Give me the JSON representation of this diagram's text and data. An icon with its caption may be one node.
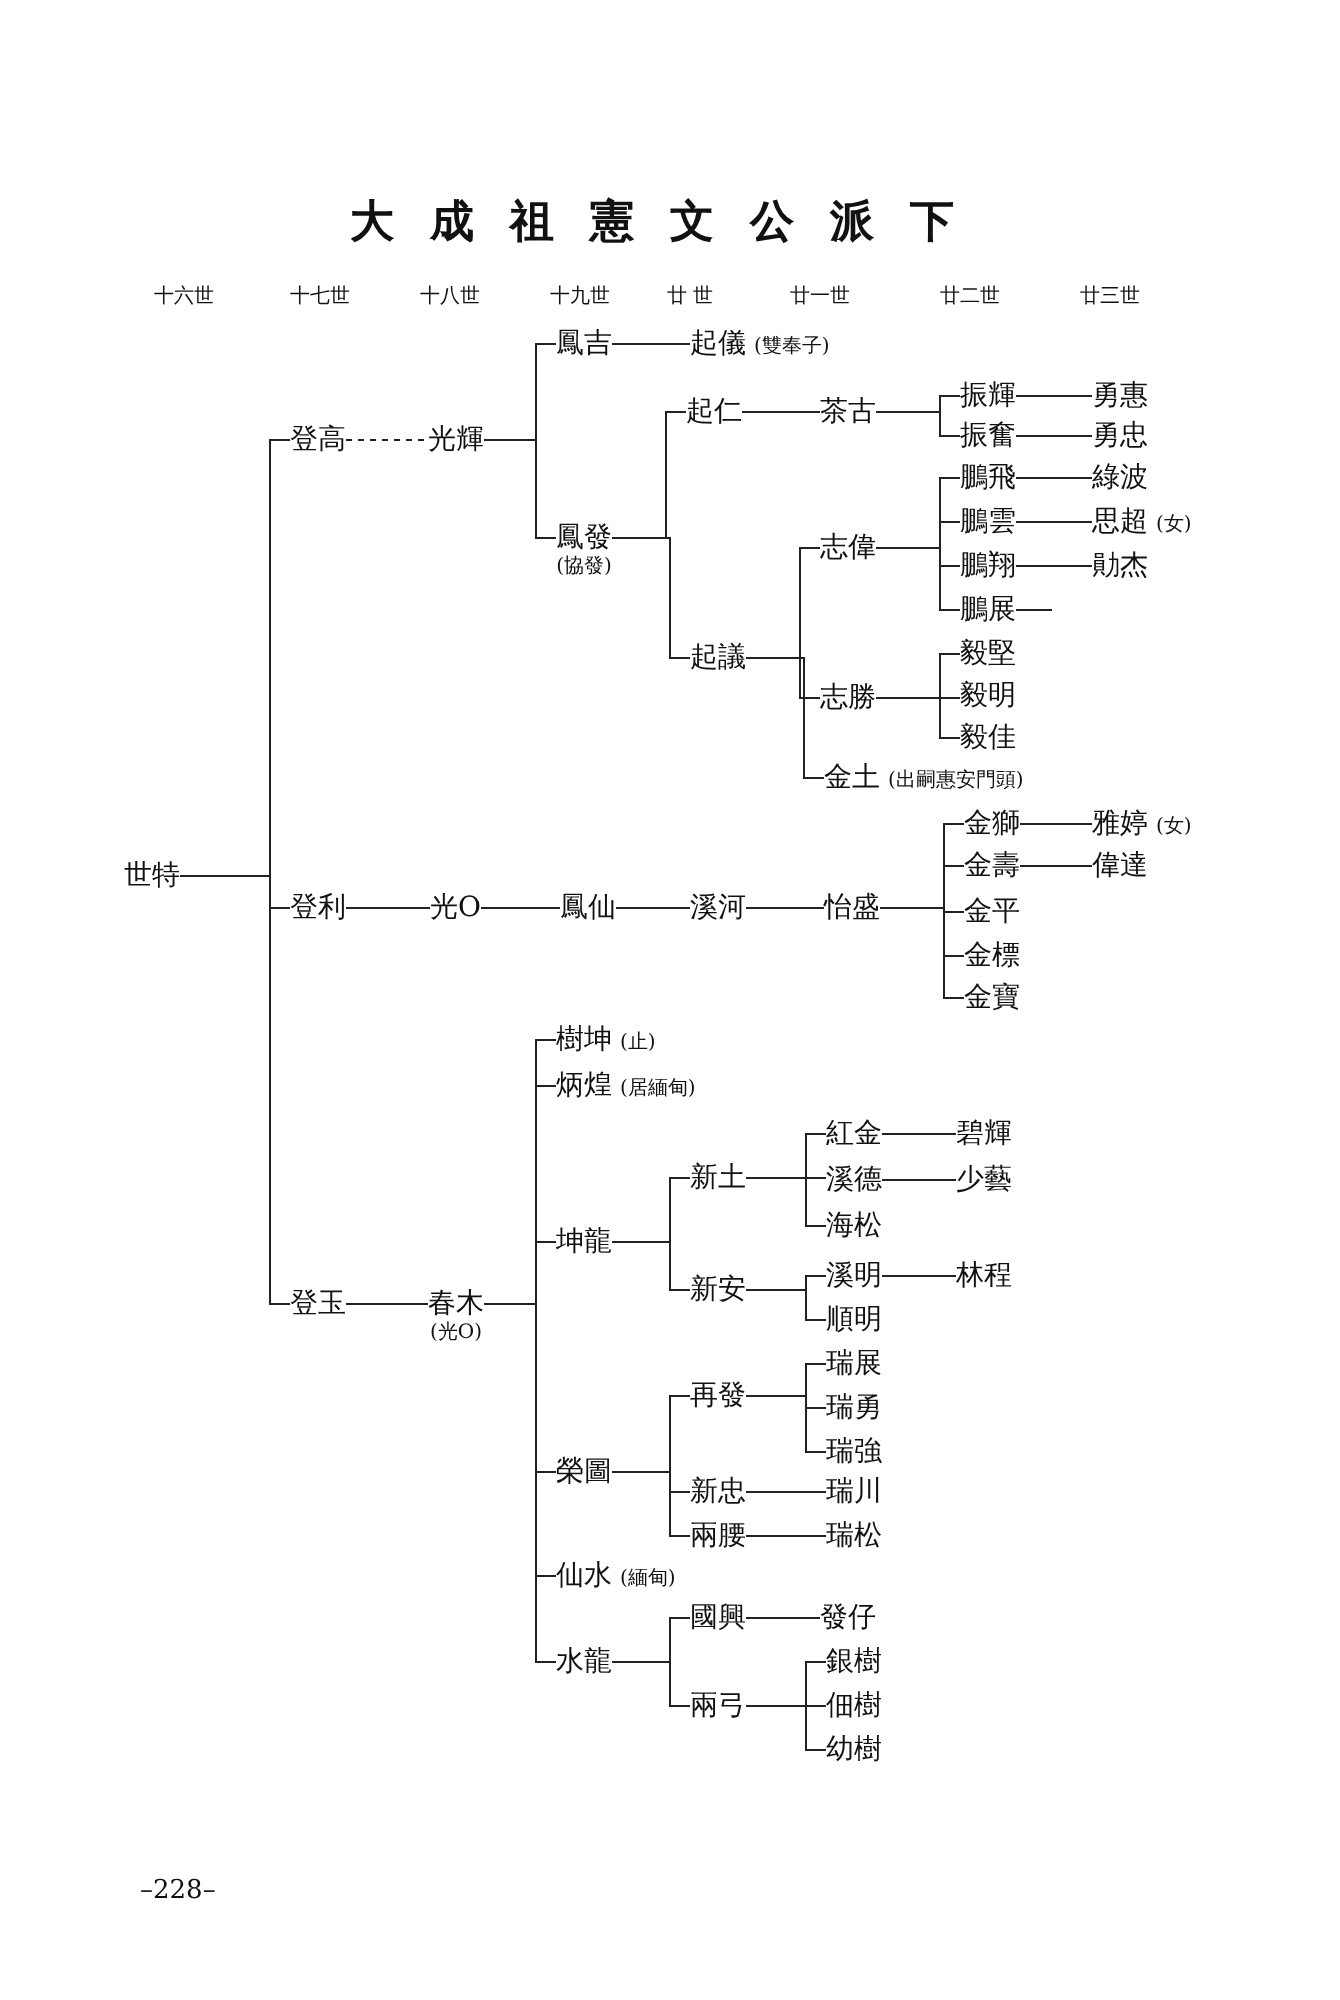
{
  "diagram": {
    "title": "大成祖憲文公派下",
    "nodes": [
      {
        "text": [
          "世特"
        ]
      },
      {
        "text": [
          "登高"
        ]
      },
      {
        "text": [
          "光輝"
        ]
      },
      {
        "text": [
          "鳳吉"
        ]
      },
      {
        "text": [
          "起儀"
        ],
        "beside": [
          "(雙奉子)"
        ]
      },
      {
        "text": [
          "鳳發"
        ],
        "beside": [
          "(協發)"
        ]
      },
      {
        "text": [
          "起仁"
        ]
      },
      {
        "text": [
          "茶古"
        ]
      },
      {
        "text": [
          "振輝"
        ]
      },
      {
        "text": [
          "勇惠"
        ]
      },
      {
        "text": [
          "振奮"
        ]
      },
      {
        "text": [
          "勇忠"
        ]
      },
      {
        "text": [
          "起議"
        ]
      },
      {
        "text": [
          "志偉"
        ]
      },
      {
        "text": [
          "鵬飛"
        ]
      },
      {
        "text": [
          "綠波"
        ]
      },
      {
        "text": [
          "鵬雲"
        ]
      },
      {
        "text": [
          "思超"
        ],
        "beside": [
          "(女)"
        ]
      },
      {
        "text": [
          "鵬翔"
        ]
      },
      {
        "text": [
          "勛杰"
        ]
      },
      {
        "text": [
          "鵬展"
        ]
      },
      {
        "text": [
          "志勝"
        ]
      },
      {
        "text": [
          "毅堅"
        ]
      },
      {
        "text": [
          "毅明"
        ]
      },
      {
        "text": [
          "毅佳"
        ]
      },
      {
        "text": [
          "金土"
        ],
        "beside": [
          "(出嗣惠安門頭)"
        ]
      },
      {
        "text": [
          "登利"
        ]
      },
      {
        "text": [
          "光O"
        ]
      },
      {
        "text": [
          "鳳仙"
        ]
      },
      {
        "text": [
          "溪河"
        ]
      },
      {
        "text": [
          "怡盛"
        ]
      },
      {
        "text": [
          "金獅"
        ]
      },
      {
        "text": [
          "雅婷"
        ],
        "beside": [
          "(女)"
        ]
      },
      {
        "text": [
          "金壽"
        ]
      },
      {
        "text": [
          "偉達"
        ]
      },
      {
        "text": [
          "金平"
        ]
      },
      {
        "text": [
          "金標"
        ]
      },
      {
        "text": [
          "金寶"
        ]
      },
      {
        "text": [
          "登玉"
        ]
      },
      {
        "text": [
          "春木"
        ],
        "beside": [
          "(光O)"
        ]
      },
      {
        "text": [
          "樹坤"
        ],
        "beside": [
          "(止)"
        ]
      },
      {
        "text": [
          "炳煌"
        ],
        "beside": [
          "(居緬甸)"
        ]
      },
      {
        "text": [
          "坤龍"
        ]
      },
      {
        "text": [
          "新土"
        ]
      },
      {
        "text": [
          "紅金"
        ]
      },
      {
        "text": [
          "碧輝"
        ]
      },
      {
        "text": [
          "溪德"
        ]
      },
      {
        "text": [
          "少藝"
        ]
      },
      {
        "text": [
          "海松"
        ]
      },
      {
        "text": [
          "新安"
        ]
      },
      {
        "text": [
          "溪明"
        ]
      },
      {
        "text": [
          "林程"
        ]
      },
      {
        "text": [
          "順明"
        ]
      },
      {
        "text": [
          "榮圖"
        ]
      },
      {
        "text": [
          "再發"
        ]
      },
      {
        "text": [
          "瑞展"
        ]
      },
      {
        "text": [
          "瑞勇"
        ]
      },
      {
        "text": [
          "瑞強"
        ]
      },
      {
        "text": [
          "新忠"
        ]
      },
      {
        "text": [
          "瑞川"
        ]
      },
      {
        "text": [
          "兩腰"
        ]
      },
      {
        "text": [
          "瑞松"
        ]
      },
      {
        "text": [
          "仙水"
        ],
        "beside": [
          "(緬甸)"
        ]
      },
      {
        "text": [
          "水龍"
        ]
      },
      {
        "text": [
          "國興"
        ]
      },
      {
        "text": [
          "發仔"
        ]
      },
      {
        "text": [
          "兩弓"
        ]
      },
      {
        "text": [
          "銀樹"
        ]
      },
      {
        "text": [
          "佃樹"
        ]
      },
      {
        "text": [
          "幼樹"
        ]
      }
    ],
    "edges": [
      {
        "from": 0,
        "to": 1,
        "arrow": "none"
      },
      {
        "from": 0,
        "to": 26,
        "arrow": "none"
      },
      {
        "from": 0,
        "to": 38,
        "arrow": "none"
      },
      {
        "from": 1,
        "to": 2,
        "arrow": "none",
        "style": "dashed"
      },
      {
        "from": 2,
        "to": 3,
        "arrow": "none"
      },
      {
        "from": 2,
        "to": 5,
        "arrow": "none"
      },
      {
        "from": 3,
        "to": 4,
        "arrow": "none"
      },
      {
        "from": 5,
        "to": 6,
        "arrow": "none"
      },
      {
        "from": 5,
        "to": 12,
        "arrow": "none"
      },
      {
        "from": 6,
        "to": 7,
        "arrow": "none"
      },
      {
        "from": 7,
        "to": 8,
        "arrow": "none"
      },
      {
        "from": 7,
        "to": 10,
        "arrow": "none"
      },
      {
        "from": 8,
        "to": 9,
        "arrow": "none"
      },
      {
        "from": 10,
        "to": 11,
        "arrow": "none"
      },
      {
        "from": 12,
        "to": 13,
        "arrow": "none"
      },
      {
        "from": 12,
        "to": 21,
        "arrow": "none"
      },
      {
        "from": 12,
        "to": 25,
        "arrow": "none"
      },
      {
        "from": 13,
        "to": 14,
        "arrow": "none"
      },
      {
        "from": 13,
        "to": 16,
        "arrow": "none"
      },
      {
        "from": 13,
        "to": 18,
        "arrow": "none"
      },
      {
        "from": 13,
        "to": 20,
        "arrow": "none"
      },
      {
        "from": 14,
        "to": 15,
        "arrow": "none"
      },
      {
        "from": 16,
        "to": 17,
        "arrow": "none"
      },
      {
        "from": 18,
        "to": 19,
        "arrow": "none"
      },
      {
        "from": 20,
        "to": null,
        "arrow": "none"
      },
      {
        "from": 21,
        "to": 22,
        "arrow": "none"
      },
      {
        "from": 21,
        "to": 23,
        "arrow": "none"
      },
      {
        "from": 21,
        "to": 24,
        "arrow": "none"
      },
      {
        "from": 26,
        "to": 27,
        "arrow": "none"
      },
      {
        "from": 27,
        "to": 28,
        "arrow": "none"
      },
      {
        "from": 28,
        "to": 29,
        "arrow": "none"
      },
      {
        "from": 29,
        "to": 30,
        "arrow": "none"
      },
      {
        "from": 30,
        "to": 31,
        "arrow": "none"
      },
      {
        "from": 30,
        "to": 33,
        "arrow": "none"
      },
      {
        "from": 30,
        "to": 35,
        "arrow": "none"
      },
      {
        "from": 30,
        "to": 36,
        "arrow": "none"
      },
      {
        "from": 30,
        "to": 37,
        "arrow": "none"
      },
      {
        "from": 31,
        "to": 32,
        "arrow": "none"
      },
      {
        "from": 33,
        "to": 34,
        "arrow": "none"
      },
      {
        "from": 38,
        "to": 39,
        "arrow": "none"
      },
      {
        "from": 39,
        "to": 40,
        "arrow": "none"
      },
      {
        "from": 39,
        "to": 41,
        "arrow": "none"
      },
      {
        "from": 39,
        "to": 42,
        "arrow": "none"
      },
      {
        "from": 39,
        "to": 53,
        "arrow": "none"
      },
      {
        "from": 39,
        "to": 62,
        "arrow": "none"
      },
      {
        "from": 39,
        "to": 63,
        "arrow": "none"
      },
      {
        "from": 42,
        "to": 43,
        "arrow": "none"
      },
      {
        "from": 42,
        "to": 49,
        "arrow": "none"
      },
      {
        "from": 43,
        "to": 44,
        "arrow": "none"
      },
      {
        "from": 43,
        "to": 46,
        "arrow": "none"
      },
      {
        "from": 43,
        "to": 48,
        "arrow": "none"
      },
      {
        "from": 44,
        "to": 45,
        "arrow": "none"
      },
      {
        "from": 46,
        "to": 47,
        "arrow": "none"
      },
      {
        "from": 49,
        "to": 50,
        "arrow": "none"
      },
      {
        "from": 49,
        "to": 52,
        "arrow": "none"
      },
      {
        "from": 50,
        "to": 51,
        "arrow": "none"
      },
      {
        "from": 53,
        "to": 54,
        "arrow": "none"
      },
      {
        "from": 53,
        "to": 58,
        "arrow": "none"
      },
      {
        "from": 53,
        "to": 60,
        "arrow": "none"
      },
      {
        "from": 54,
        "to": 55,
        "arrow": "none"
      },
      {
        "from": 54,
        "to": 56,
        "arrow": "none"
      },
      {
        "from": 54,
        "to": 57,
        "arrow": "none"
      },
      {
        "from": 58,
        "to": 59,
        "arrow": "none"
      },
      {
        "from": 60,
        "to": 61,
        "arrow": "none"
      },
      {
        "from": 63,
        "to": 64,
        "arrow": "none"
      },
      {
        "from": 63,
        "to": 66,
        "arrow": "none"
      },
      {
        "from": 64,
        "to": 65,
        "arrow": "none"
      },
      {
        "from": 66,
        "to": 67,
        "arrow": "none"
      },
      {
        "from": 66,
        "to": 68,
        "arrow": "none"
      },
      {
        "from": 66,
        "to": 69,
        "arrow": "none"
      }
    ],
    "labels": [
      "十六世",
      "十七世",
      "十八世",
      "十九世",
      "廿 世",
      "廿一世",
      "廿二世",
      "廿三世",
      "–228–"
    ]
  }
}
